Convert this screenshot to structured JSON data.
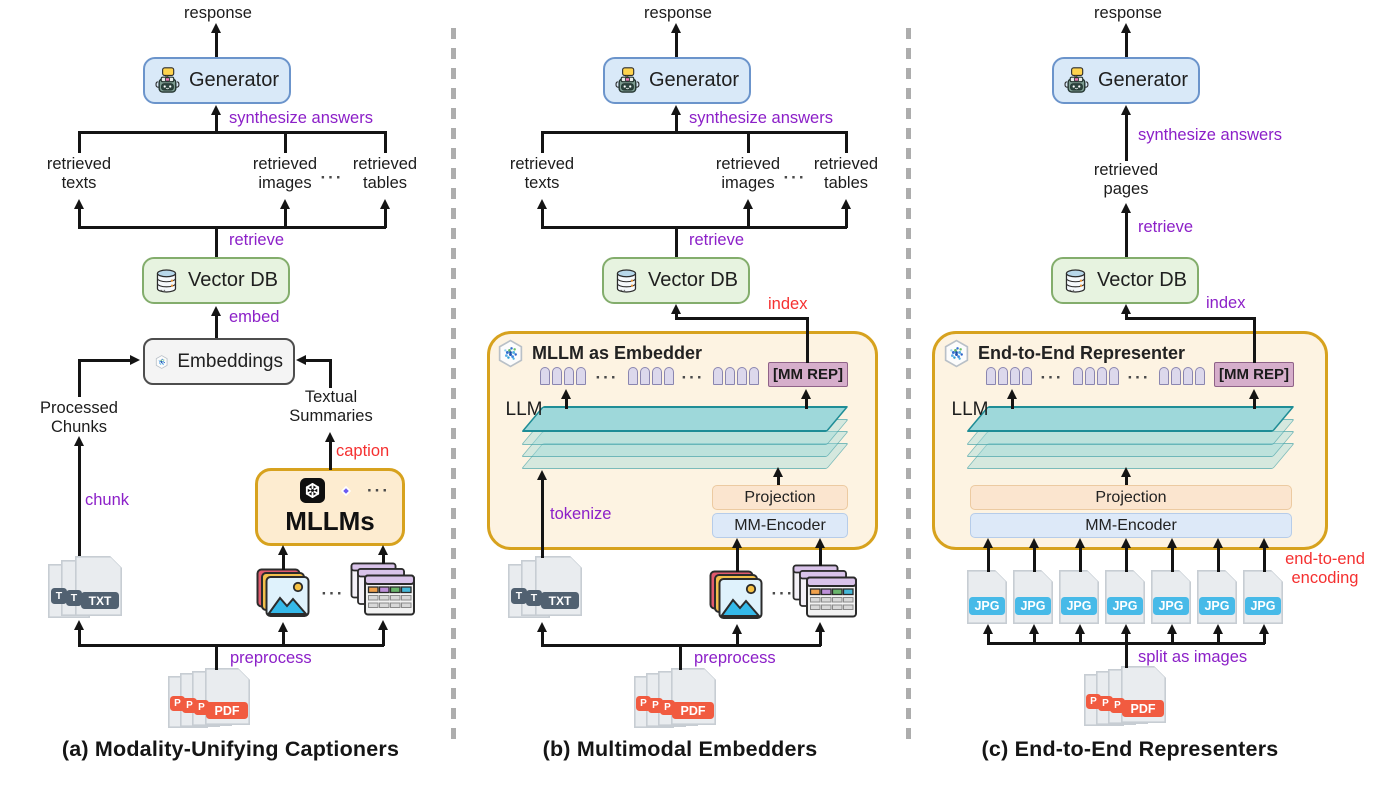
{
  "colors": {
    "purple_label": "#8c20c8",
    "red_label": "#f53030",
    "generator_fill": "#d9e9f8",
    "generator_border": "#6b94cb",
    "vector_db_fill": "#e7f3e0",
    "vector_db_border": "#83ad6c",
    "embeddings_fill": "#f4f4f4",
    "gold_fill": "#fdf3e2",
    "gold_border": "#d7a21e",
    "projection_fill": "#fbe5cf",
    "mm_encoder_fill": "#dde9f8",
    "mm_rep_fill": "#d6aecb",
    "token_fill": "#dcd8ec",
    "llm_layer_fill": "#9ed8da",
    "llm_layer_border": "#1f8d96",
    "txt_tag": "#516171",
    "pdf_tag": "#f15b40",
    "jpg_tag": "#47bae8"
  },
  "shared": {
    "response": "response",
    "generator": "Generator",
    "synthesize_answers": "synthesize answers",
    "retrieve": "retrieve",
    "vector_db": "Vector DB",
    "preprocess": "preprocess",
    "dots": "···",
    "index": "index",
    "llm": "LLM",
    "mm_rep": "[MM REP]",
    "projection": "Projection",
    "mm_encoder": "MM-Encoder",
    "retrieved_texts": [
      "retrieved",
      "texts"
    ],
    "retrieved_images": [
      "retrieved",
      "images"
    ],
    "retrieved_tables": [
      "retrieved",
      "tables"
    ],
    "txt_tags": [
      "T",
      "T",
      "TXT"
    ],
    "pdf_tags": [
      "P",
      "P",
      "P",
      "PDF"
    ]
  },
  "panel_a": {
    "caption": "(a) Modality-Unifying Captioners",
    "embed": "embed",
    "embeddings": "Embeddings",
    "processed_chunks": [
      "Processed",
      "Chunks"
    ],
    "textual_summaries": [
      "Textual",
      "Summaries"
    ],
    "caption_edge": "caption",
    "chunk": "chunk",
    "mllms": "MLLMs"
  },
  "panel_b": {
    "caption": "(b) Multimodal Embedders",
    "box_title": "MLLM as Embedder",
    "tokenize": "tokenize"
  },
  "panel_c": {
    "caption": "(c) End-to-End Representers",
    "box_title": "End-to-End Representer",
    "retrieved_pages": [
      "retrieved",
      "pages"
    ],
    "split_as_images": "split as images",
    "end_to_end_encoding": [
      "end-to-end",
      "encoding"
    ],
    "jpg_tag": "JPG"
  }
}
